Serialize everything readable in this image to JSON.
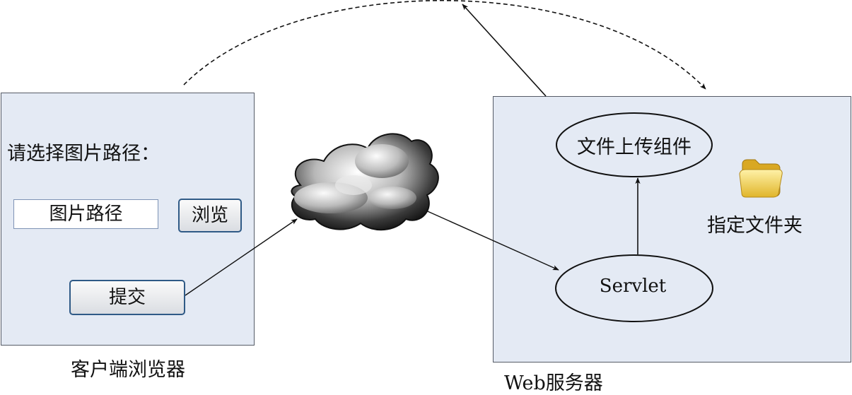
{
  "client": {
    "prompt": "请选择图片路径：",
    "path_input": "图片路径",
    "browse_label": "浏览",
    "submit_label": "提交",
    "caption": "客户端浏览器"
  },
  "server": {
    "upload_component": "文件上传组件",
    "servlet": "Servlet",
    "folder_label": "指定文件夹",
    "caption": "Web服务器"
  },
  "colors": {
    "panel_fill": "#e4eaf4",
    "panel_border": "#555b66",
    "button_border": "#2f5a86",
    "input_border": "#7e93b5",
    "folder": "#f2cc3c"
  },
  "icons": [
    "cloud-icon",
    "folder-icon"
  ]
}
